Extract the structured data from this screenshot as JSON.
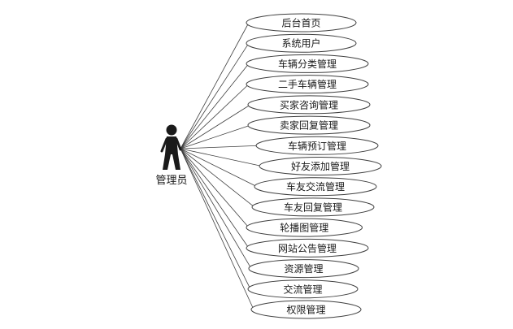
{
  "diagram": {
    "type": "use-case-diagram",
    "actor": {
      "label": "管理员"
    },
    "use_cases": [
      {
        "label": "后台首页"
      },
      {
        "label": "系统用户"
      },
      {
        "label": "车辆分类管理"
      },
      {
        "label": "二手车辆管理"
      },
      {
        "label": "买家咨询管理"
      },
      {
        "label": "卖家回复管理"
      },
      {
        "label": "车辆预订管理"
      },
      {
        "label": "好友添加管理"
      },
      {
        "label": "车友交流管理"
      },
      {
        "label": "车友回复管理"
      },
      {
        "label": "轮播图管理"
      },
      {
        "label": "网站公告管理"
      },
      {
        "label": "资源管理"
      },
      {
        "label": "交流管理"
      },
      {
        "label": "权限管理"
      }
    ],
    "colors": {
      "background": "#ffffff",
      "stroke": "#3f3f3f",
      "text": "#1a1a1a",
      "actor_fill": "#1a1a1a"
    }
  }
}
